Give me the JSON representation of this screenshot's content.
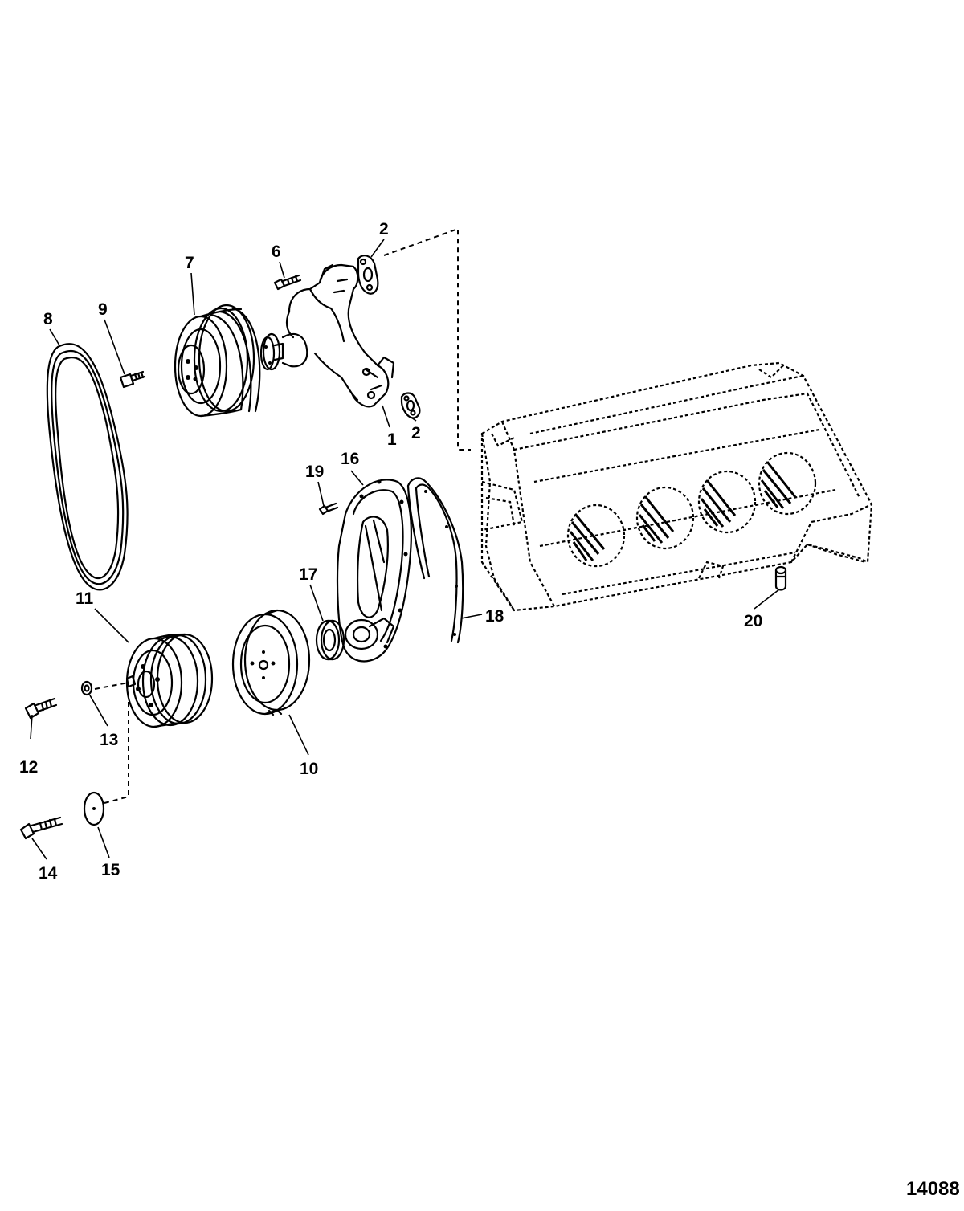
{
  "figure": {
    "number": "14088"
  },
  "callouts": [
    {
      "id": "c1",
      "text": "1"
    },
    {
      "id": "c2a",
      "text": "2"
    },
    {
      "id": "c2b",
      "text": "2"
    },
    {
      "id": "c6",
      "text": "6"
    },
    {
      "id": "c7",
      "text": "7"
    },
    {
      "id": "c8",
      "text": "8"
    },
    {
      "id": "c9",
      "text": "9"
    },
    {
      "id": "c10",
      "text": "10"
    },
    {
      "id": "c11",
      "text": "11"
    },
    {
      "id": "c12",
      "text": "12"
    },
    {
      "id": "c13",
      "text": "13"
    },
    {
      "id": "c14",
      "text": "14"
    },
    {
      "id": "c15",
      "text": "15"
    },
    {
      "id": "c16",
      "text": "16"
    },
    {
      "id": "c17",
      "text": "17"
    },
    {
      "id": "c18",
      "text": "18"
    },
    {
      "id": "c19",
      "text": "19"
    },
    {
      "id": "c20",
      "text": "20"
    }
  ],
  "colors": {
    "ink": "#000000",
    "paper": "#ffffff"
  }
}
